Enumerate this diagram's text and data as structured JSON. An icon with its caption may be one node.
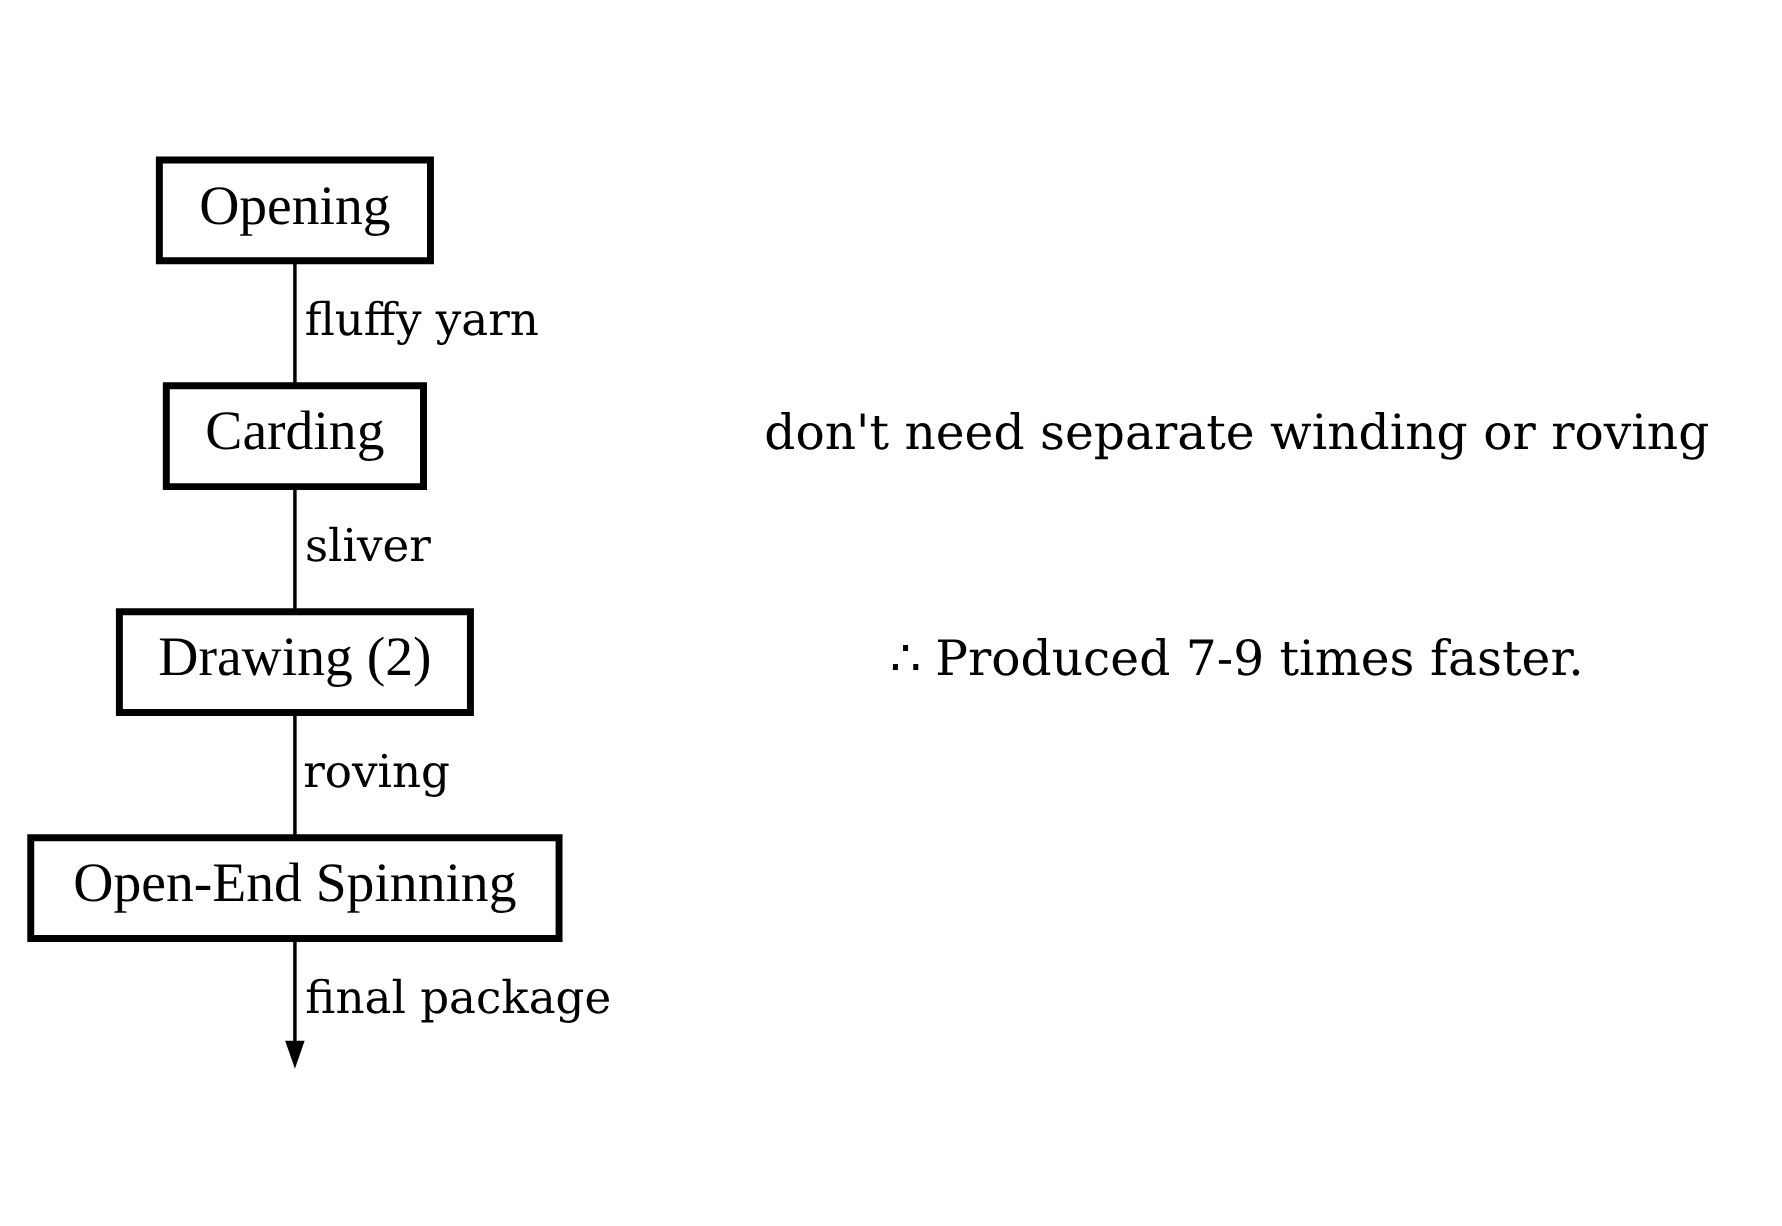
{
  "diagram": {
    "nodes": [
      {
        "text": [
          "Opening"
        ]
      },
      {
        "text": [
          "Carding"
        ]
      },
      {
        "text": [
          "Drawing (2)"
        ]
      },
      {
        "text": [
          "Open-End Spinning"
        ]
      }
    ],
    "edges": [
      {
        "from": 0,
        "to": 1,
        "arrow": "none",
        "label": "fluffy yarn"
      },
      {
        "from": 1,
        "to": 2,
        "arrow": "none",
        "label": "sliver"
      },
      {
        "from": 2,
        "to": 3,
        "arrow": "none",
        "label": "roving"
      },
      {
        "from": 3,
        "to": null,
        "arrow": "to",
        "label": "final package"
      }
    ],
    "labels": [
      "don't need separate winding or roving",
      "∴ Produced 7-9 times faster."
    ]
  }
}
